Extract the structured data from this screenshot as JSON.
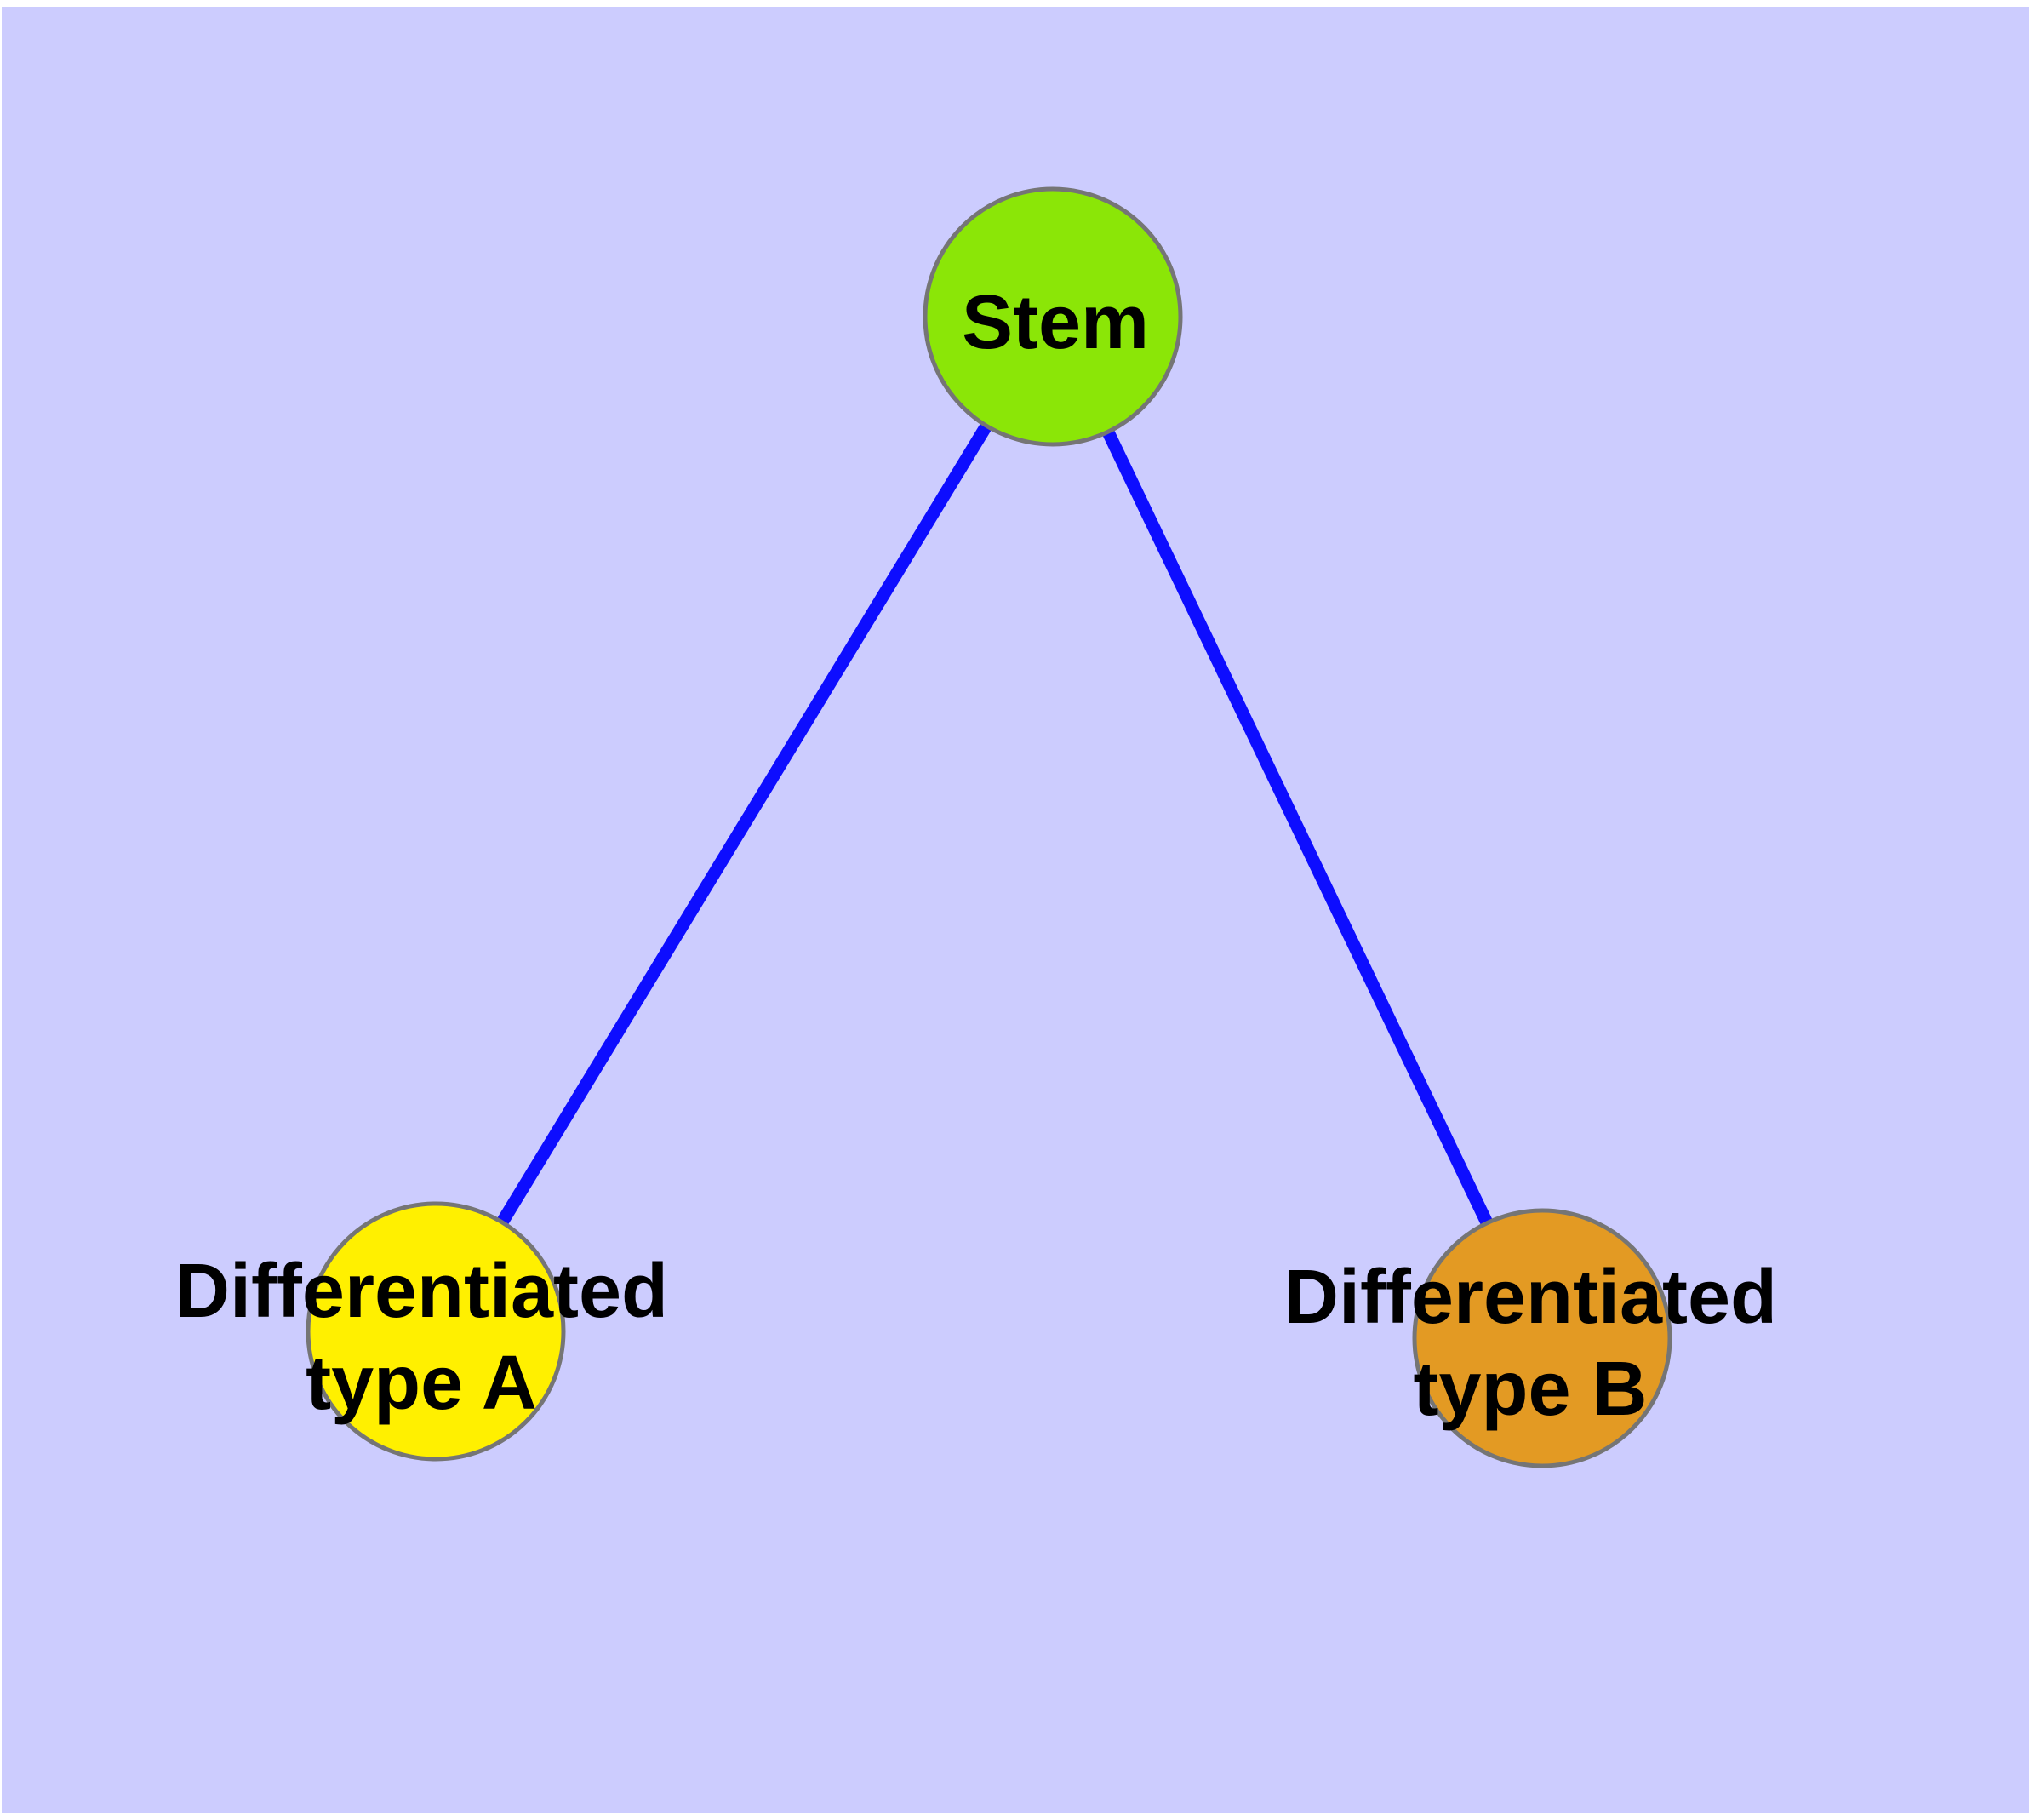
{
  "diagram": {
    "title": "",
    "type": "graph",
    "colors": {
      "canvas_margin": "#ffffff",
      "background": "#ccccfe",
      "edge": "#0d0dff",
      "node_border": "#757575",
      "label": "#000000"
    },
    "nodes": [
      {
        "id": "stem",
        "label": "Stem",
        "color": "#8be607"
      },
      {
        "id": "diff-a",
        "label": "Differentiated\ntype A",
        "color": "#fff000"
      },
      {
        "id": "diff-b",
        "label": "Differentiated\ntype B",
        "color": "#e39a23"
      }
    ],
    "edges": [
      {
        "from": "stem",
        "to": "diff-a"
      },
      {
        "from": "stem",
        "to": "diff-b"
      }
    ]
  }
}
